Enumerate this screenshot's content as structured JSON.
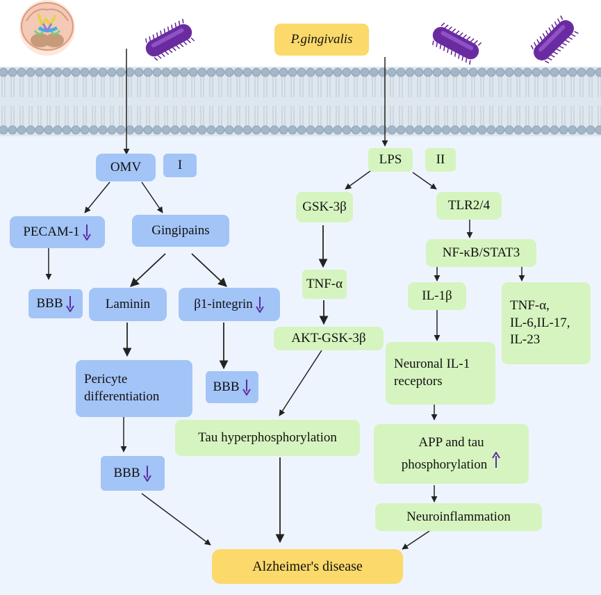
{
  "source": {
    "label": "P.gingivalis"
  },
  "sections": {
    "left": "I",
    "right": "II"
  },
  "nodes": {
    "omv": "OMV",
    "pecam": "PECAM-1",
    "gingipains": "Gingipains",
    "bbb_1": "BBB",
    "laminin": "Laminin",
    "integrin": "β1-integrin",
    "bbb_2": "BBB",
    "pericyte_line1": "Pericyte",
    "pericyte_line2": "differentiation",
    "bbb_3": "BBB",
    "lps": "LPS",
    "gsk": "GSK-3β",
    "tlr": "TLR2/4",
    "nfkb": "NF-κB/STAT3",
    "tnf": "TNF-α",
    "il1b": "IL-1β",
    "cytokines_line1": "TNF-α,",
    "cytokines_line2": "IL-6,IL-17,",
    "cytokines_line3": "IL-23",
    "akt": "AKT-GSK-3β",
    "il1r_line1": "Neuronal IL-1",
    "il1r_line2": "receptors",
    "tau": "Tau hyperphosphorylation",
    "app_line1": "APP and  tau",
    "app_line2": "phosphorylation",
    "neuro": "Neuroinflammation",
    "ad": "Alzheimer's disease"
  },
  "colors": {
    "blue_node": "#a3c4f7",
    "green_node": "#d6f4bf",
    "yellow_node": "#fbd96a",
    "membrane": "#a8bccc",
    "cytoplasm": "#eef4fd",
    "down_arrow": "#5a2ca0",
    "bacterium": "#6a2ba0"
  },
  "icons": [
    "brain-icon",
    "bacterium-icon",
    "cell-membrane"
  ]
}
